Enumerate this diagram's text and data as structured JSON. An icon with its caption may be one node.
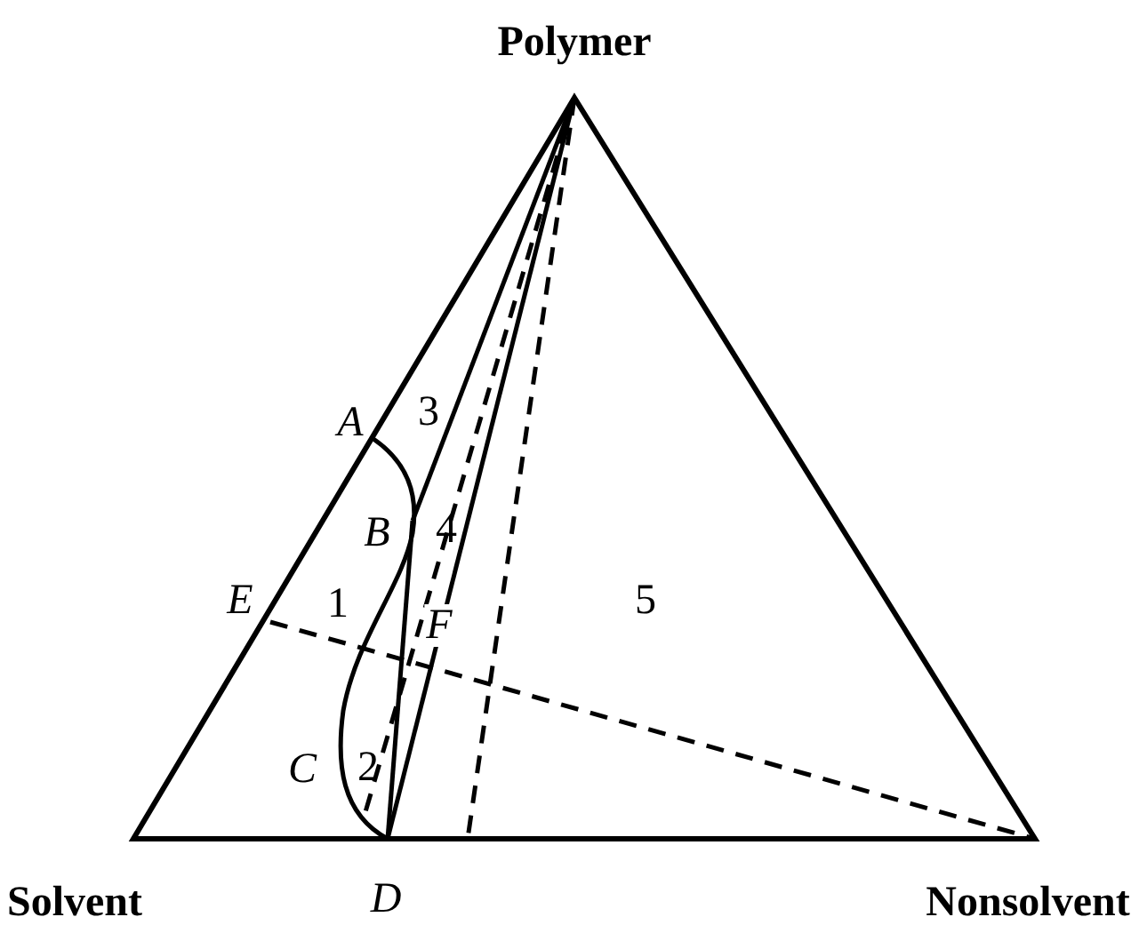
{
  "diagram": {
    "labels": [
      "Polymer",
      "A",
      "3",
      "B",
      "4",
      "E",
      "1",
      "F",
      "5",
      "C",
      "2",
      "Solvent",
      "D",
      "Nonsolvent"
    ]
  }
}
